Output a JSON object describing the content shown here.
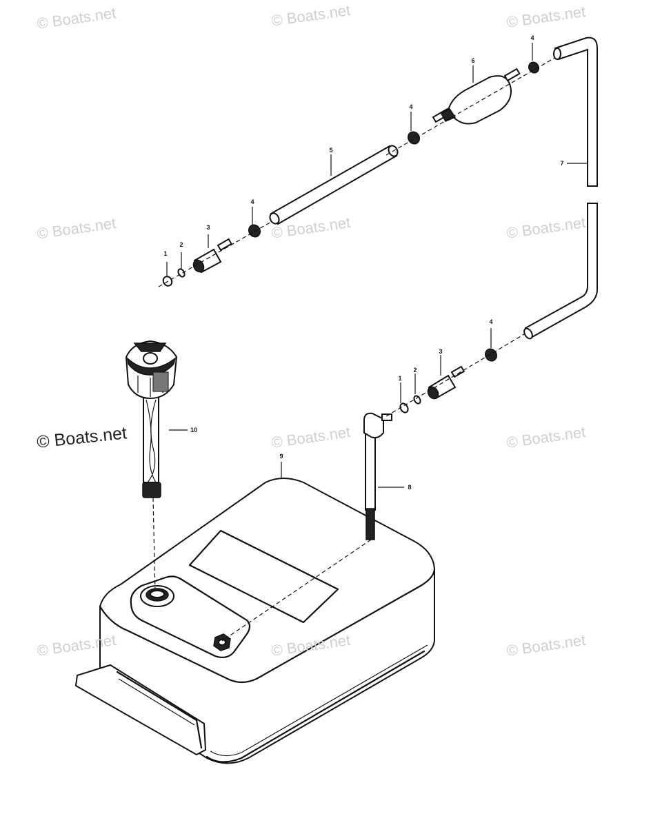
{
  "watermark": {
    "text": "© Boats.net",
    "featured_text": "© Boats.net"
  },
  "callouts": {
    "p1a": "1",
    "p2a": "2",
    "p3a": "3",
    "p4a": "4",
    "p5": "5",
    "p4b": "4",
    "p6": "6",
    "p4c": "4",
    "p7": "7",
    "p4d": "4",
    "p3b": "3",
    "p2b": "2",
    "p1b": "1",
    "p8": "8",
    "p9": "9",
    "p10": "10"
  }
}
